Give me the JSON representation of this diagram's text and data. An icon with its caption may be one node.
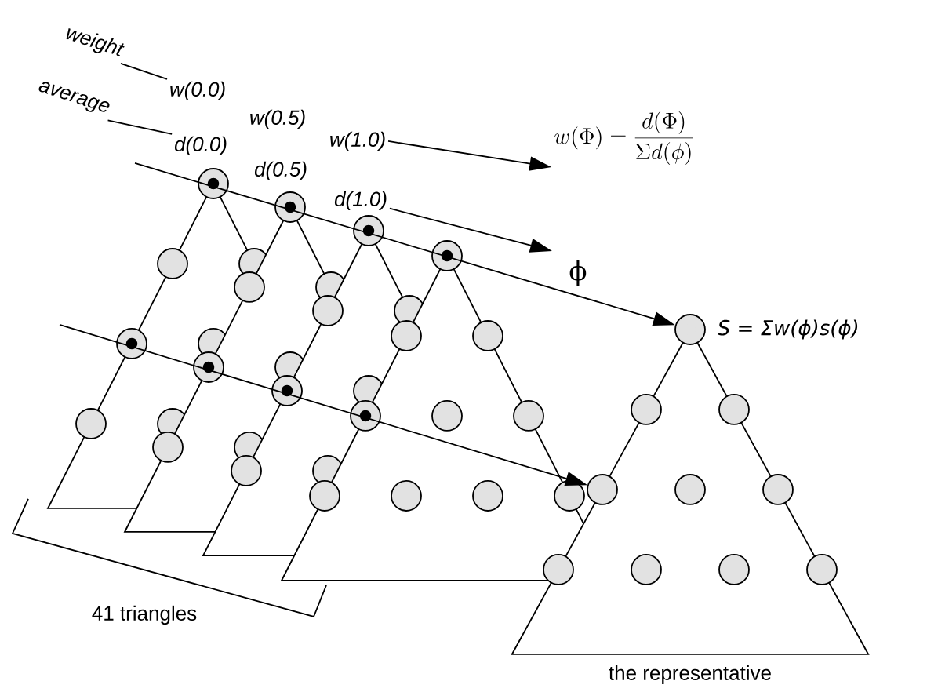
{
  "diagram": {
    "nodes": [
      {
        "text": [
          "weight"
        ]
      },
      {
        "text": [
          "average"
        ]
      },
      {
        "text": [
          "w(0.0)"
        ]
      },
      {
        "text": [
          "d(0.0)"
        ]
      },
      {
        "text": [
          "w(1.0)"
        ]
      },
      {
        "text": [
          "d(1.0)"
        ]
      },
      {
        "text": [],
        "shape": "circle",
        "beside": [
          "S = Σw(ϕ)s(ϕ)"
        ]
      },
      {
        "text": [],
        "shape": "circle"
      },
      {
        "text": [
          "w(\\Phi) = \\frac{d(\\Phi)}{\\Sigma d(\\phi)}"
        ]
      }
    ],
    "edges": [
      {
        "from": 0,
        "to": 2,
        "arrow": "none"
      },
      {
        "from": 1,
        "to": 3,
        "arrow": "none"
      },
      {
        "from": 4,
        "to": 8,
        "arrow": "to"
      },
      {
        "from": 5,
        "to": null,
        "arrow": "to"
      },
      {
        "from": null,
        "to": 6,
        "arrow": "to",
        "label": "ϕ"
      },
      {
        "from": null,
        "to": 7,
        "arrow": "to"
      }
    ],
    "labels": [
      "w(0.5)",
      "d(0.5)",
      "41 triangles",
      "the representative"
    ]
  }
}
